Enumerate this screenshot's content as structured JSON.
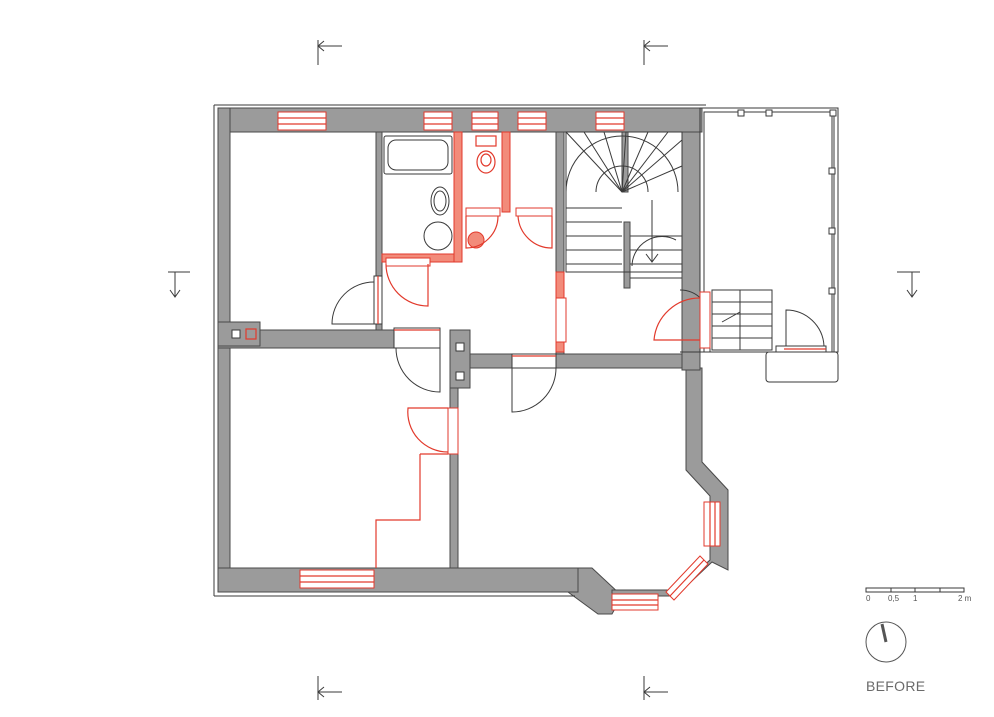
{
  "plan": {
    "caption": "BEFORE",
    "scale": {
      "ticks": [
        "0",
        "0,5",
        "1",
        "2 m"
      ]
    },
    "colors": {
      "walls": "#9b9b9b",
      "changes": "#e23a2c",
      "lines": "#3a3a3a"
    },
    "compass": "north-arrow-icon"
  }
}
